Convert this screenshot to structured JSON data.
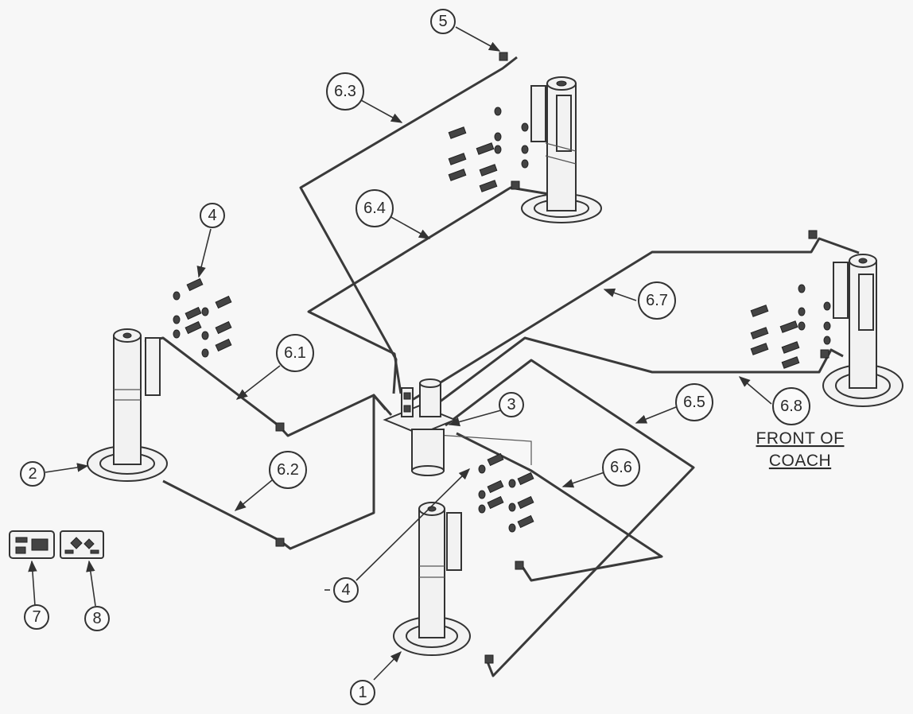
{
  "callouts": {
    "c1": "1",
    "c2": "2",
    "c3": "3",
    "c4a": "4",
    "c4b": "4",
    "c5": "5",
    "c61": "6.1",
    "c62": "6.2",
    "c63": "6.3",
    "c64": "6.4",
    "c65": "6.5",
    "c66": "6.6",
    "c67": "6.7",
    "c68": "6.8",
    "c7": "7",
    "c8": "8"
  },
  "note": {
    "line1": "FRONT OF",
    "line2": "COACH"
  }
}
